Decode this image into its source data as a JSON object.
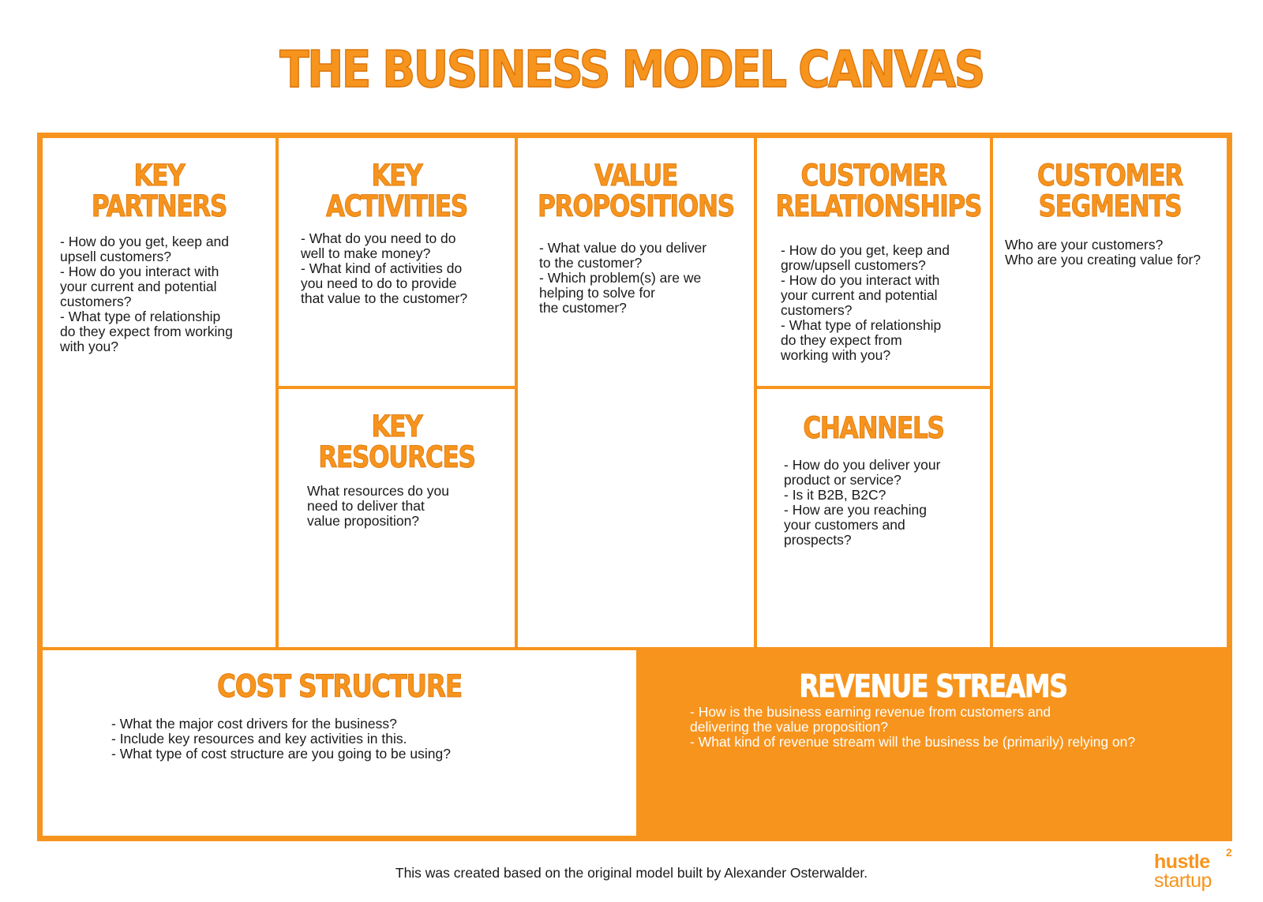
{
  "title": "THE BUSINESS MODEL CANVAS",
  "cells": {
    "key_partners": {
      "title": "KEY\nPARTNERS",
      "text": "- How do you get, keep and\nupsell customers?\n- How do you interact with\nyour current and potential\ncustomers?\n- What type of relationship\ndo they expect from working\nwith you?"
    },
    "key_activities": {
      "title": "KEY\nACTIVITIES",
      "text": "- What do you need to do\nwell to make money?\n- What kind of activities do\nyou need to do to provide\nthat value to the customer?"
    },
    "key_resources": {
      "title": "KEY\nRESOURCES",
      "text": "What resources do you\nneed to deliver that\nvalue proposition?"
    },
    "value_propositions": {
      "title": "VALUE\nPROPOSITIONS",
      "text": "- What value do you deliver\nto the customer?\n- Which problem(s) are we\nhelping to solve for\nthe customer?"
    },
    "customer_relationships": {
      "title": "CUSTOMER\nRELATIONSHIPS",
      "text": "- How do you get, keep and\ngrow/upsell customers?\n- How do you interact with\nyour current and potential\ncustomers?\n- What type of relationship\ndo they expect from\nworking with you?"
    },
    "channels": {
      "title": "CHANNELS",
      "text": "- How do you deliver your\nproduct or service?\n- Is it B2B, B2C?\n- How are you reaching\nyour customers and\nprospects?"
    },
    "customer_segments": {
      "title": "CUSTOMER\nSEGMENTS",
      "text": "Who are your customers?\nWho are you creating value for?"
    },
    "cost_structure": {
      "title": "COST STRUCTURE",
      "text": "- What the major cost drivers for the business?\n- Include key resources and key activities in this.\n- What type of cost structure are you going to be using?"
    },
    "revenue_streams": {
      "title": "REVENUE STREAMS",
      "text": "- How is the business earning revenue from customers and\ndelivering the value proposition?\n- What kind of revenue stream will the business be (primarily) relying on?"
    }
  },
  "footer": "This was created based on the original model built by Alexander Osterwalder.",
  "brand": {
    "line1": "hustle",
    "sup": "2",
    "line2": "startup"
  },
  "colors": {
    "accent": "#f7941d",
    "text": "#1a1a1a",
    "background": "#ffffff"
  }
}
